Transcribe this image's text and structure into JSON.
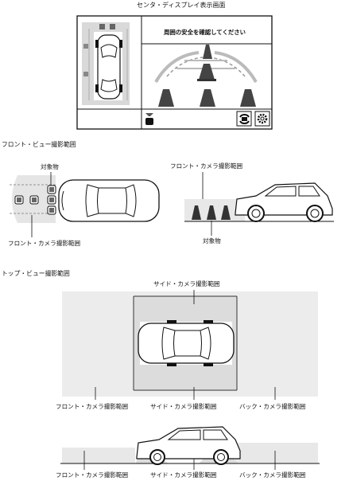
{
  "screen": {
    "title": "センタ・ディスプレイ表示画面",
    "caution": "周囲の安全を確認してください"
  },
  "front_view": {
    "heading": "フロント・ビュー撮影範囲",
    "object_label_top": "対象物",
    "range_label_left": "フロント・カメラ撮影範囲",
    "range_label_right": "フロント・カメラ撮影範囲",
    "object_label_bottom": "対象物"
  },
  "top_view": {
    "heading": "トップ・ビュー撮影範囲",
    "side_label_top": "サイド・カメラ撮影範囲",
    "front_label": "フロント・カメラ撮影範囲",
    "side_label_bottom": "サイド・カメラ撮影範囲",
    "back_label": "バック・カメラ撮影範囲"
  },
  "side_profile": {
    "front_label": "フロント・カメラ撮影範囲",
    "side_label": "サイド・カメラ撮影範囲",
    "back_label": "バック・カメラ撮影範囲"
  },
  "icons": [
    "camera-switch-icon",
    "settings-gear-icon",
    "car-mini-icon"
  ],
  "colors": {
    "area_gray": "#eeeeee",
    "stroke": "#111111"
  }
}
